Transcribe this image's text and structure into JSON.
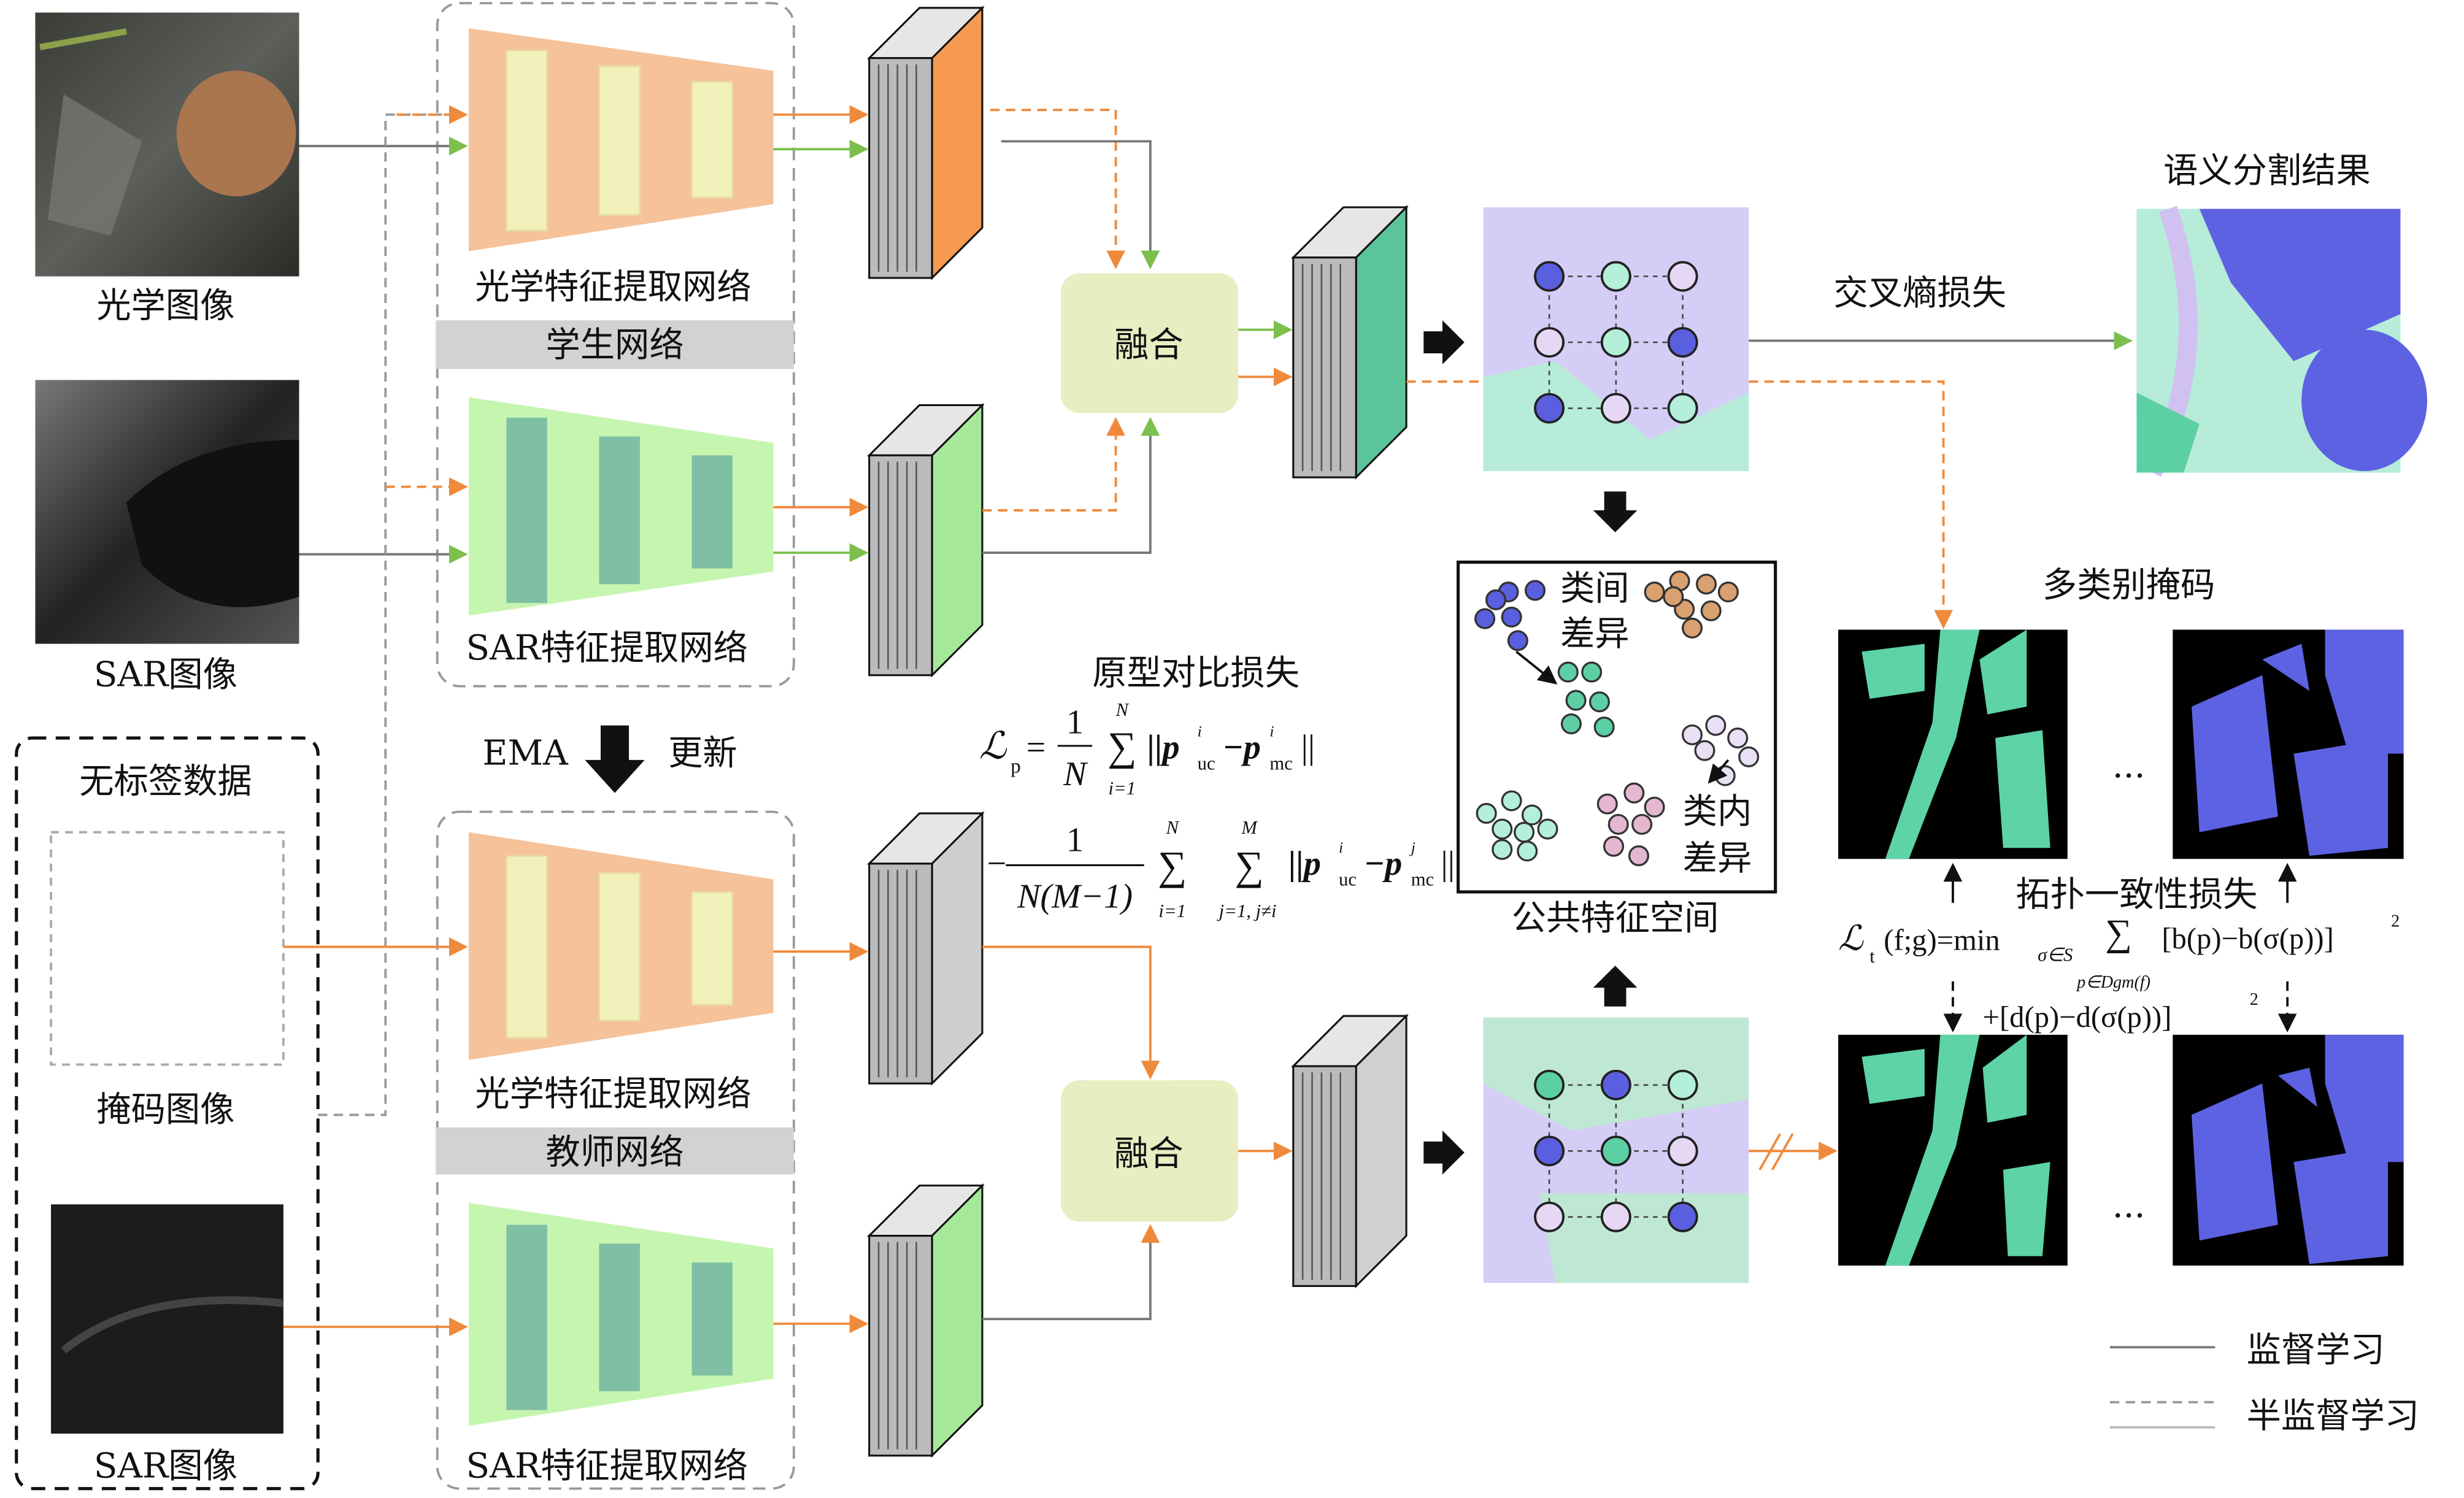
{
  "colors": {
    "orange": "#ef8a3c",
    "green": "#7cbf4c",
    "gray": "#777777",
    "teacher_block": "#c8c8c8",
    "student_green": "#5cc49a",
    "cluster_blue": "#5a5fe0",
    "cluster_pink": "#e6d8f4",
    "cluster_teal": "#b4efd9",
    "cluster_green": "#5dcfa4",
    "cluster_orange": "#d9a070"
  },
  "inputs": {
    "optical_label": "光学图像",
    "sar_label": "SAR图像",
    "unlabeled_title": "无标签数据",
    "mask_label": "掩码图像",
    "sar_label2": "SAR图像"
  },
  "student": {
    "optical_net": "光学特征提取网络",
    "title": "学生网络",
    "sar_net": "SAR特征提取网络"
  },
  "ema": {
    "left": "EMA",
    "right": "更新"
  },
  "teacher": {
    "optical_net": "光学特征提取网络",
    "title": "教师网络",
    "sar_net": "SAR特征提取网络"
  },
  "fusion": {
    "top": "融合",
    "bottom": "融合"
  },
  "feature_maps": {
    "top_grid": [
      [
        "blue",
        "teal",
        "pink"
      ],
      [
        "pink",
        "teal",
        "blue"
      ],
      [
        "blue",
        "pink",
        "teal"
      ]
    ],
    "bottom_grid": [
      [
        "green",
        "blue",
        "teal"
      ],
      [
        "blue",
        "green",
        "pink"
      ],
      [
        "pink",
        "pink",
        "blue"
      ]
    ]
  },
  "common_space": {
    "label": "公共特征空间",
    "inter_1": "类间",
    "inter_2": "差异",
    "intra_1": "类内",
    "intra_2": "差异"
  },
  "ce_loss": "交叉熵损失",
  "seg_result": "语义分割结果",
  "multiclass_mask": "多类别掩码",
  "ellipsis": "...",
  "proto_loss": {
    "title": "原型对比损失",
    "lhs": "ℒ",
    "lhs_sub": "p",
    "eq": "=",
    "num": "1",
    "den": "N",
    "sum": "∑",
    "sum_top": "N",
    "sum_bot": "i=1",
    "term1": "||p",
    "sup": "i",
    "uc": "uc",
    "minus": "−p",
    "mc": "mc",
    "close": "||",
    "l2_minus": "−",
    "l2_num": "1",
    "l2_den": "N(M−1)",
    "l2_sum1_top": "N",
    "l2_sum1_bot": "i=1",
    "l2_sum2_top": "M",
    "l2_sum2_bot": "j=1, j≠i",
    "l2_sup_i": "i",
    "l2_sup_j": "j"
  },
  "topo_loss": {
    "title": "拓扑一致性损失",
    "lhs": "ℒ",
    "lhs_sub": "t",
    "args": "(f;g)=min",
    "min_sub": "σ∈S",
    "sum": "∑",
    "sum_bot": "p∈Dgm(f)",
    "term1": "[b(p)−b(σ(p))]",
    "sq": "2",
    "term2": "+[d(p)−d(σ(p))]"
  },
  "legend": {
    "supervised": "监督学习",
    "semi_supervised": "半监督学习"
  }
}
